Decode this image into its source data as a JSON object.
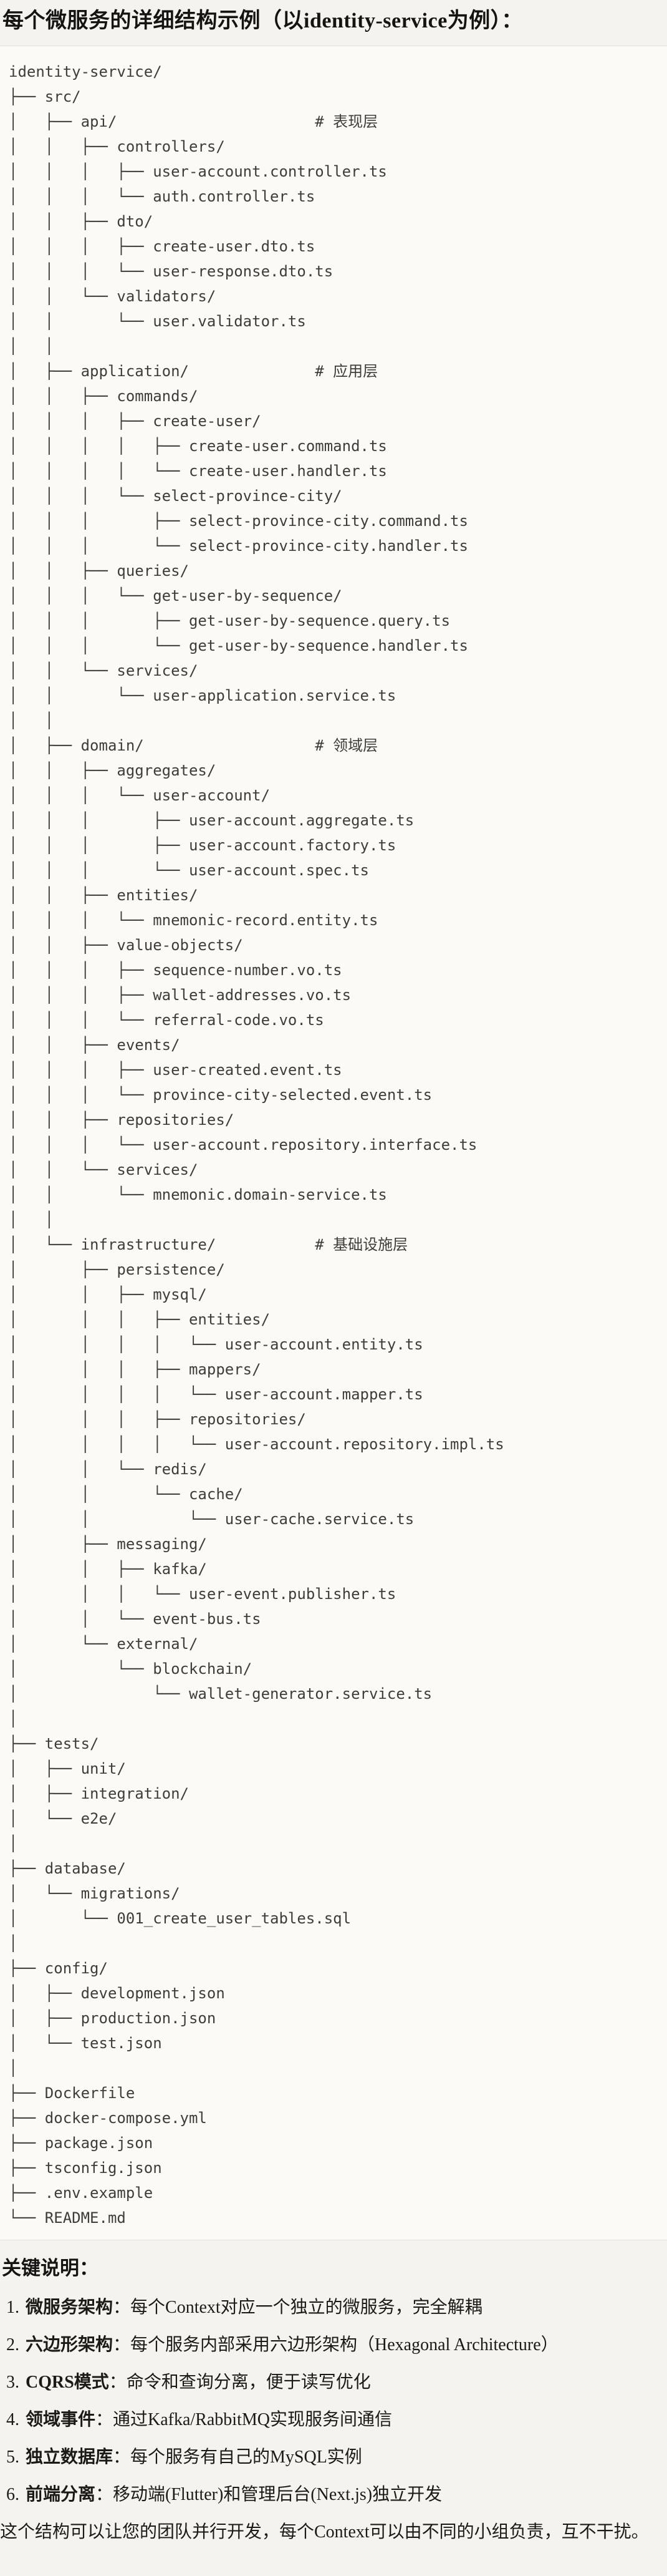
{
  "page": {
    "title": "每个微服务的详细结构示例（以identity-service为例）："
  },
  "tree": {
    "language": "plaintext",
    "lines": [
      "identity-service/",
      "├── src/",
      "│   ├── api/                      # 表现层",
      "│   │   ├── controllers/",
      "│   │   │   ├── user-account.controller.ts",
      "│   │   │   └── auth.controller.ts",
      "│   │   ├── dto/",
      "│   │   │   ├── create-user.dto.ts",
      "│   │   │   └── user-response.dto.ts",
      "│   │   └── validators/",
      "│   │       └── user.validator.ts",
      "│   │",
      "│   ├── application/              # 应用层",
      "│   │   ├── commands/",
      "│   │   │   ├── create-user/",
      "│   │   │   │   ├── create-user.command.ts",
      "│   │   │   │   └── create-user.handler.ts",
      "│   │   │   └── select-province-city/",
      "│   │   │       ├── select-province-city.command.ts",
      "│   │   │       └── select-province-city.handler.ts",
      "│   │   ├── queries/",
      "│   │   │   └── get-user-by-sequence/",
      "│   │   │       ├── get-user-by-sequence.query.ts",
      "│   │   │       └── get-user-by-sequence.handler.ts",
      "│   │   └── services/",
      "│   │       └── user-application.service.ts",
      "│   │",
      "│   ├── domain/                   # 领域层",
      "│   │   ├── aggregates/",
      "│   │   │   └── user-account/",
      "│   │   │       ├── user-account.aggregate.ts",
      "│   │   │       ├── user-account.factory.ts",
      "│   │   │       └── user-account.spec.ts",
      "│   │   ├── entities/",
      "│   │   │   └── mnemonic-record.entity.ts",
      "│   │   ├── value-objects/",
      "│   │   │   ├── sequence-number.vo.ts",
      "│   │   │   ├── wallet-addresses.vo.ts",
      "│   │   │   └── referral-code.vo.ts",
      "│   │   ├── events/",
      "│   │   │   ├── user-created.event.ts",
      "│   │   │   └── province-city-selected.event.ts",
      "│   │   ├── repositories/",
      "│   │   │   └── user-account.repository.interface.ts",
      "│   │   └── services/",
      "│   │       └── mnemonic.domain-service.ts",
      "│   │",
      "│   └── infrastructure/           # 基础设施层",
      "│       ├── persistence/",
      "│       │   ├── mysql/",
      "│       │   │   ├── entities/",
      "│       │   │   │   └── user-account.entity.ts",
      "│       │   │   ├── mappers/",
      "│       │   │   │   └── user-account.mapper.ts",
      "│       │   │   ├── repositories/",
      "│       │   │   │   └── user-account.repository.impl.ts",
      "│       │   └── redis/",
      "│       │       └── cache/",
      "│       │           └── user-cache.service.ts",
      "│       ├── messaging/",
      "│       │   ├── kafka/",
      "│       │   │   └── user-event.publisher.ts",
      "│       │   └── event-bus.ts",
      "│       └── external/",
      "│           └── blockchain/",
      "│               └── wallet-generator.service.ts",
      "│",
      "├── tests/",
      "│   ├── unit/",
      "│   ├── integration/",
      "│   └── e2e/",
      "│",
      "├── database/",
      "│   └── migrations/",
      "│       └── 001_create_user_tables.sql",
      "│",
      "├── config/",
      "│   ├── development.json",
      "│   ├── production.json",
      "│   └── test.json",
      "│",
      "├── Dockerfile",
      "├── docker-compose.yml",
      "├── package.json",
      "├── tsconfig.json",
      "├── .env.example",
      "└── README.md"
    ]
  },
  "notes": {
    "heading": "关键说明：",
    "items": [
      {
        "num": "1.",
        "label": "微服务架构",
        "text": "：每个Context对应一个独立的微服务，完全解耦"
      },
      {
        "num": "2.",
        "label": "六边形架构",
        "text": "：每个服务内部采用六边形架构（Hexagonal Architecture）"
      },
      {
        "num": "3.",
        "label": "CQRS模式",
        "text": "：命令和查询分离，便于读写优化"
      },
      {
        "num": "4.",
        "label": "领域事件",
        "text": "：通过Kafka/RabbitMQ实现服务间通信"
      },
      {
        "num": "5.",
        "label": "独立数据库",
        "text": "：每个服务有自己的MySQL实例"
      },
      {
        "num": "6.",
        "label": "前端分离",
        "text": "：移动端(Flutter)和管理后台(Next.js)独立开发"
      }
    ],
    "footer": "这个结构可以让您的团队并行开发，每个Context可以由不同的小组负责，互不干扰。"
  }
}
